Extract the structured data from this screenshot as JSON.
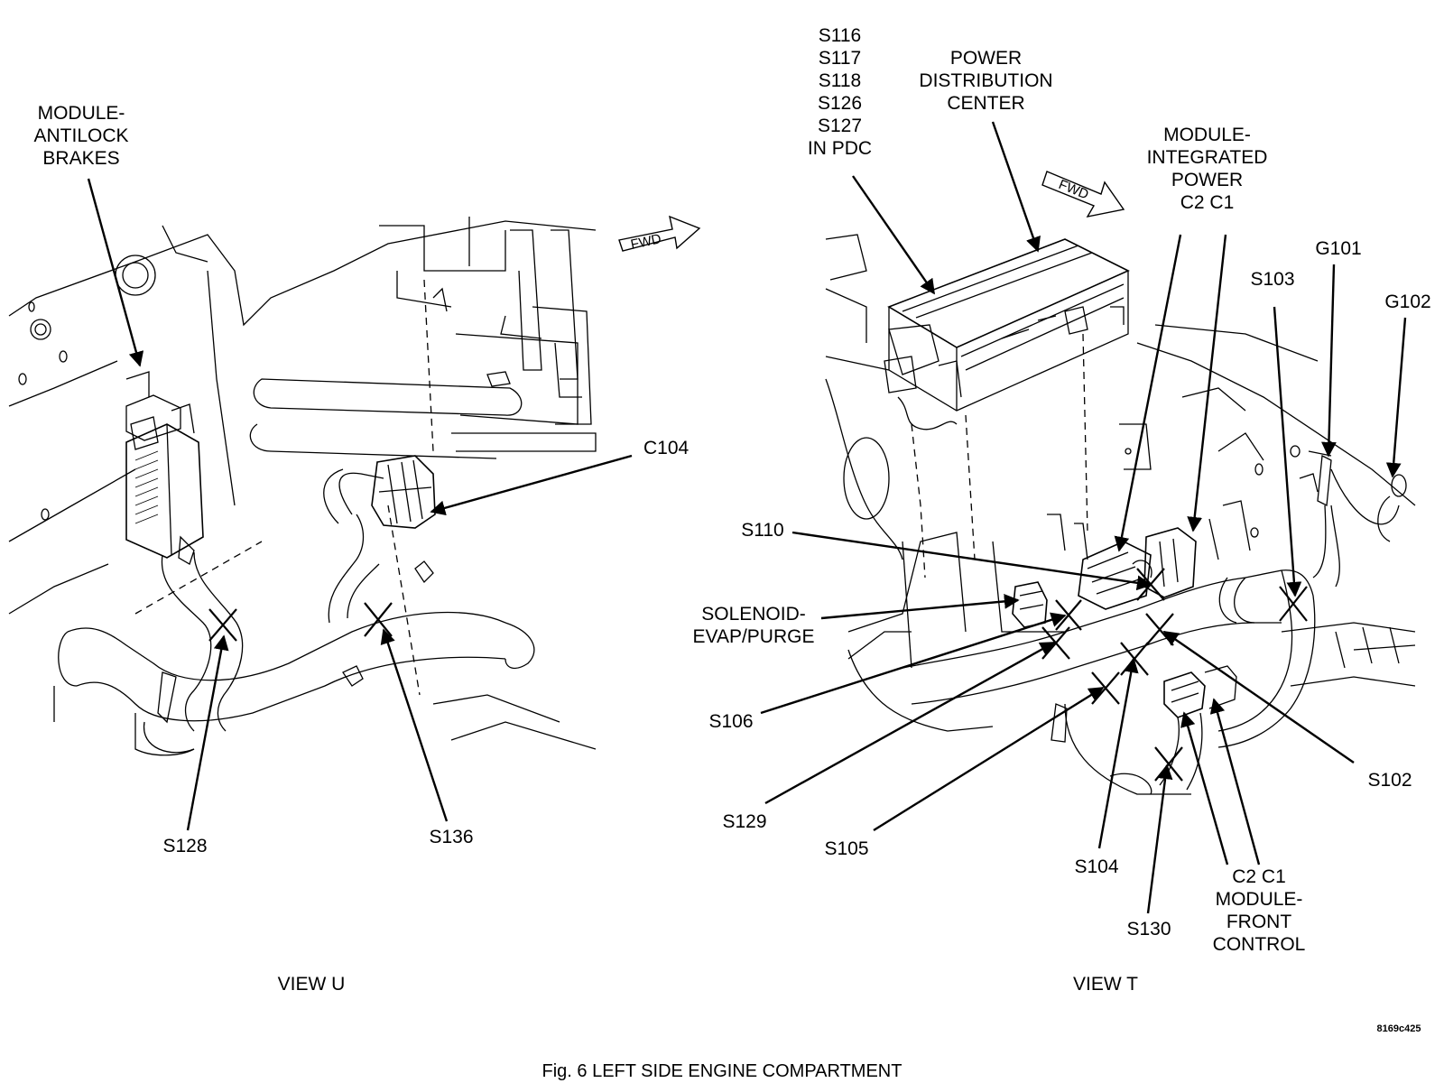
{
  "view_u": {
    "title": "VIEW U",
    "fwd": "FWD",
    "labels": {
      "abs_module": [
        "MODULE-",
        "ANTILOCK",
        "BRAKES"
      ],
      "c104": "C104",
      "s128": "S128",
      "s136": "S136"
    }
  },
  "view_t": {
    "title": "VIEW T",
    "fwd": "FWD",
    "labels": {
      "splices_pdc": [
        "S116",
        "S117",
        "S118",
        "S126",
        "S127",
        "IN PDC"
      ],
      "pdc": [
        "POWER",
        "DISTRIBUTION",
        "CENTER"
      ],
      "ipm": [
        "MODULE-",
        "INTEGRATED",
        "POWER"
      ],
      "ipm_connectors": "C2  C1",
      "g101": "G101",
      "g102": "G102",
      "s103": "S103",
      "s110": "S110",
      "solenoid": [
        "SOLENOID-",
        "EVAP/PURGE"
      ],
      "s106": "S106",
      "s129": "S129",
      "s105": "S105",
      "s104": "S104",
      "s130": "S130",
      "s102": "S102",
      "fcm_connectors": "C2  C1",
      "fcm": [
        "MODULE-",
        "FRONT",
        "CONTROL"
      ]
    }
  },
  "figure_code": "8169c425",
  "caption": "Fig. 6   LEFT SIDE ENGINE COMPARTMENT"
}
